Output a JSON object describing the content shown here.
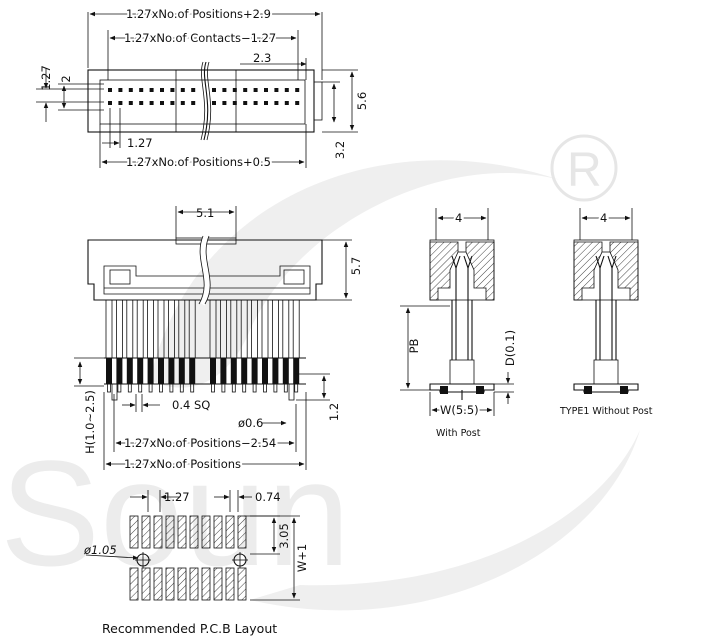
{
  "top_view": {
    "dim_total": "1.27xNo.of Positions+2.9",
    "dim_contacts": "1.27xNo.of Contacts−1.27",
    "dim_offset": "2.3",
    "dim_pitch_v": "1.27",
    "dim_rows": "2",
    "dim_height": "5.6",
    "dim_depth": "3.2",
    "dim_pitch_h": "1.27",
    "dim_bottom": "1.27xNo.of Positions+0.5"
  },
  "front_view": {
    "dim_top": "5.1",
    "dim_height": "5.7",
    "dim_pin_height": "H(1.0~2.5)",
    "dim_sq": "0.4  SQ",
    "dim_post_dia": "ø0.6",
    "dim_post_len": "1.2",
    "dim_span": "1.27xNo.of Positions−2.54",
    "dim_positions": "1.27xNo.of Positions"
  },
  "side_view_post": {
    "dim_width": "4",
    "dim_pb": "PB",
    "dim_d": "D(0.1)",
    "dim_w": "W(5.5)",
    "caption": "With Post"
  },
  "side_view_no_post": {
    "dim_width": "4",
    "caption": "TYPE1 Without Post"
  },
  "pcb_layout": {
    "dim_pitch": "1.27",
    "dim_pad": "0.74",
    "dim_hole": "ø1.05",
    "dim_row": "3.05",
    "dim_w": "W+1",
    "caption": "Recommended P.C.B Layout"
  },
  "watermark": {
    "text": "Soun",
    "mark": "®"
  },
  "colors": {
    "line": "#111111",
    "watermark": "#ececec",
    "background": "#ffffff"
  }
}
